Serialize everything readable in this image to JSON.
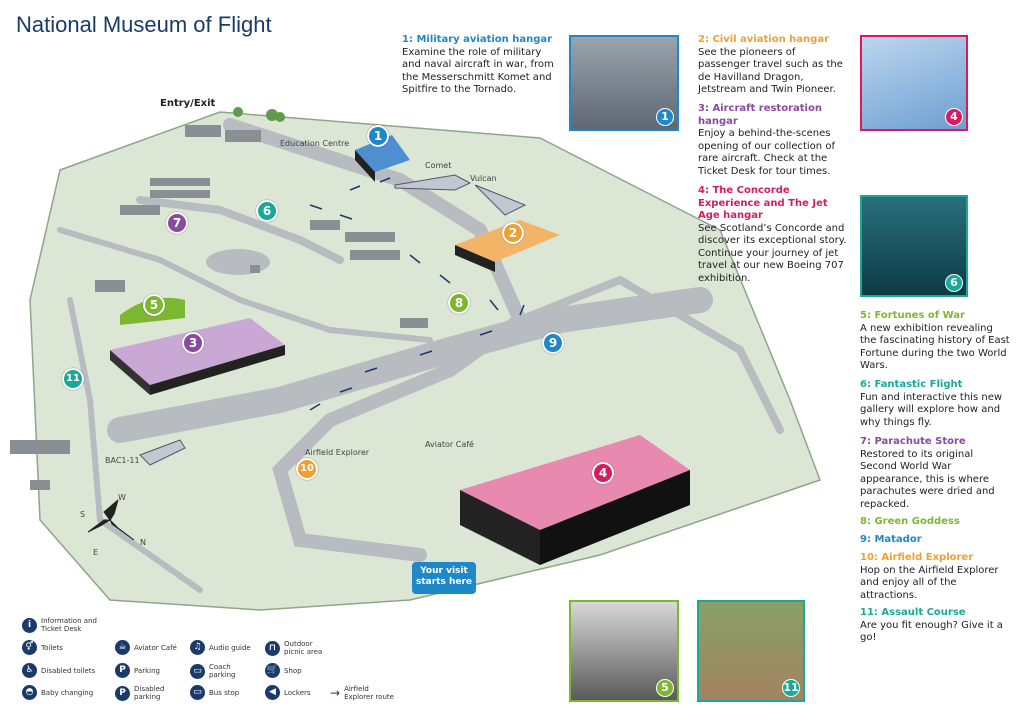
{
  "title": "National Museum of Flight",
  "entry_label": "Entry/Exit",
  "map_labels": {
    "education_centre": "Education Centre",
    "comet": "Comet",
    "vulcan": "Vulcan",
    "bac": "BAC1-11",
    "airfield_explorer": "Airfield Explorer",
    "aviator_cafe": "Aviator Café",
    "start": "Your visit starts here",
    "compass_n": "N",
    "compass_s": "S",
    "compass_e": "E",
    "compass_w": "W"
  },
  "pins": [
    {
      "num": "1",
      "color": "#1e88c8"
    },
    {
      "num": "2",
      "color": "#f0a030"
    },
    {
      "num": "3",
      "color": "#8a4aa0"
    },
    {
      "num": "4",
      "color": "#d81b60"
    },
    {
      "num": "5",
      "color": "#7cb82f"
    },
    {
      "num": "6",
      "color": "#1aa898"
    },
    {
      "num": "7",
      "color": "#8a4aa0"
    },
    {
      "num": "8",
      "color": "#7cb82f"
    },
    {
      "num": "9",
      "color": "#1e88c8"
    },
    {
      "num": "10",
      "color": "#f0a030"
    },
    {
      "num": "11",
      "color": "#1aa898"
    }
  ],
  "attractions": {
    "a1": {
      "title": "1: Military aviation hangar",
      "text": "Examine the role of military and naval aircraft in war, from the Messerschmitt Komet and Spitfire to the Tornado.",
      "color": "#1e88c8"
    },
    "a2": {
      "title": "2: Civil aviation hangar",
      "text": "See the pioneers of passenger travel such as the de Havilland Dragon, Jetstream and Twin Pioneer.",
      "color": "#f0a030"
    },
    "a3": {
      "title": "3: Aircraft restoration hangar",
      "text": "Enjoy a behind-the-scenes opening of our collection of rare aircraft. Check at the Ticket Desk for tour times.",
      "color": "#8a4aa0"
    },
    "a4": {
      "title": "4: The Concorde Experience and The Jet Age hangar",
      "text": "See Scotland’s Concorde and discover its exceptional story. Continue your journey of jet travel at our new Boeing 707 exhibition.",
      "color": "#d81b60"
    },
    "a5": {
      "title": "5: Fortunes of War",
      "text": "A new exhibition revealing the fascinating history of East Fortune during the two World Wars.",
      "color": "#7cb82f"
    },
    "a6": {
      "title": "6: Fantastic Flight",
      "text": "Fun and interactive this new gallery will explore how and why things fly.",
      "color": "#1aa898"
    },
    "a7": {
      "title": "7: Parachute Store",
      "text": "Restored to its original Second World War appearance, this is where parachutes were dried and repacked.",
      "color": "#8a4aa0"
    },
    "a8": {
      "title": "8: Green Goddess",
      "text": "",
      "color": "#7cb82f"
    },
    "a9": {
      "title": "9: Matador",
      "text": "",
      "color": "#1e88c8"
    },
    "a10": {
      "title": "10: Airfield Explorer",
      "text": "Hop on the Airfield Explorer and enjoy all of the attractions.",
      "color": "#f0a030"
    },
    "a11": {
      "title": "11: Assault Course",
      "text": "Are you fit enough? Give it a go!",
      "color": "#1aa898"
    }
  },
  "legend": {
    "info": "Information and Ticket Desk",
    "toilets": "Toilets",
    "disabled_toilets": "Disabled toilets",
    "baby": "Baby changing",
    "cafe": "Aviator Café",
    "parking": "Parking",
    "disabled_parking": "Disabled parking",
    "audio": "Audio guide",
    "coach": "Coach parking",
    "bus": "Bus stop",
    "picnic": "Outdoor picnic area",
    "shop": "Shop",
    "lockers": "Lockers",
    "route": "Airfield Explorer route"
  },
  "photo_nums": {
    "p1": "1",
    "p4": "4",
    "p6": "6",
    "p5": "5",
    "p11": "11"
  }
}
